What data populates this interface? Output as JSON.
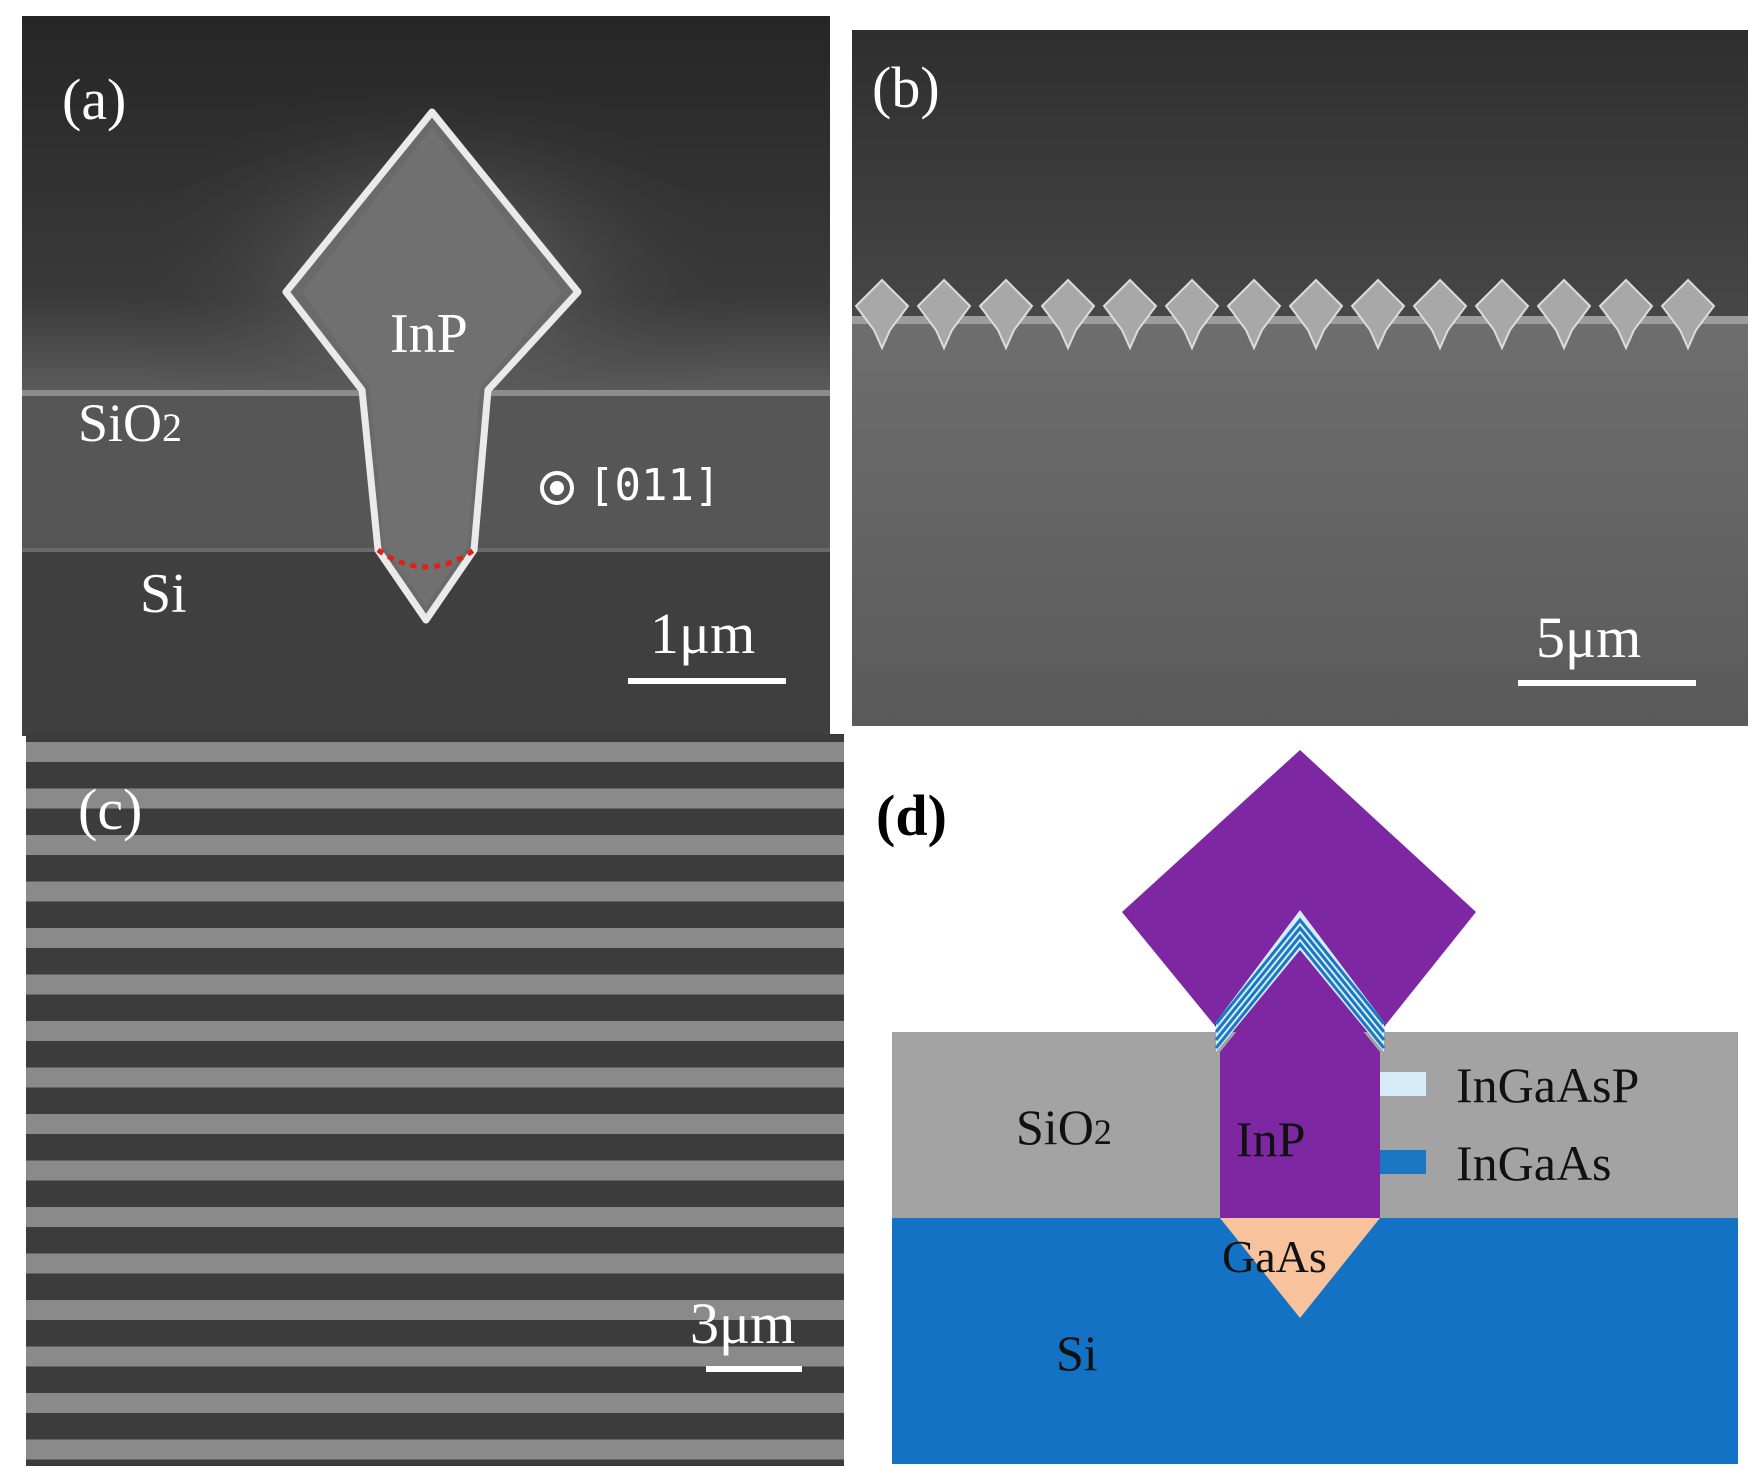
{
  "figure": {
    "panel_a": {
      "label": "(a)",
      "material_top": "InP",
      "layer_oxide": "SiO",
      "layer_oxide_sub": "2",
      "substrate": "Si",
      "direction": "[011]",
      "scale": "1μm"
    },
    "panel_b": {
      "label": "(b)",
      "scale": "5μm"
    },
    "panel_c": {
      "label": "(c)",
      "scale": "3μm"
    },
    "panel_d": {
      "label": "(d)",
      "oxide": "SiO",
      "oxide_sub": "2",
      "core": "InP",
      "seed": "GaAs",
      "substrate": "Si",
      "legend": [
        {
          "name": "InGaAsP",
          "color": "#d6ecf8"
        },
        {
          "name": "InGaAs",
          "color": "#1a78c2"
        }
      ],
      "colors": {
        "inp": "#7d27a3",
        "oxide": "#a3a3a3",
        "si": "#1472c4",
        "gaas": "#f7c29c"
      }
    }
  }
}
